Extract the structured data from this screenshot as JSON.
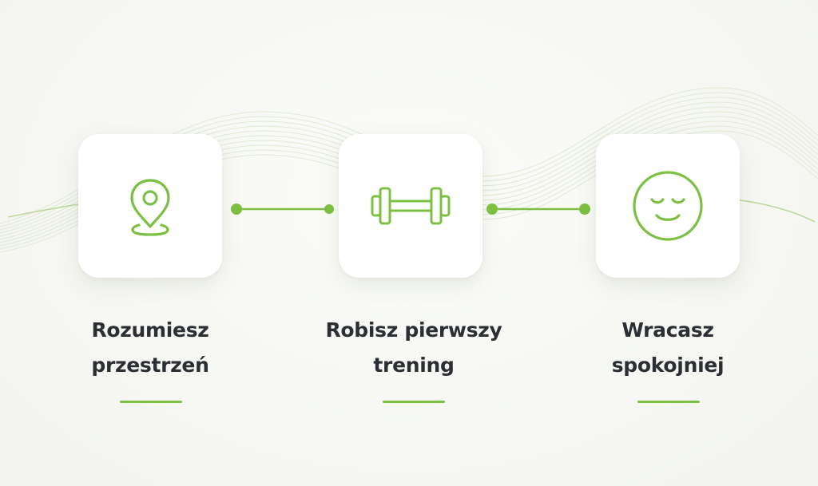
{
  "accent_color": "#7cc043",
  "steps": [
    {
      "icon": "map-pin-icon",
      "line1": "Rozumiesz",
      "line2": "przestrzeń"
    },
    {
      "icon": "dumbbell-icon",
      "line1": "Robisz pierwszy",
      "line2": "trening"
    },
    {
      "icon": "smiley-face-icon",
      "line1": "Wracasz",
      "line2": "spokojniej"
    }
  ]
}
